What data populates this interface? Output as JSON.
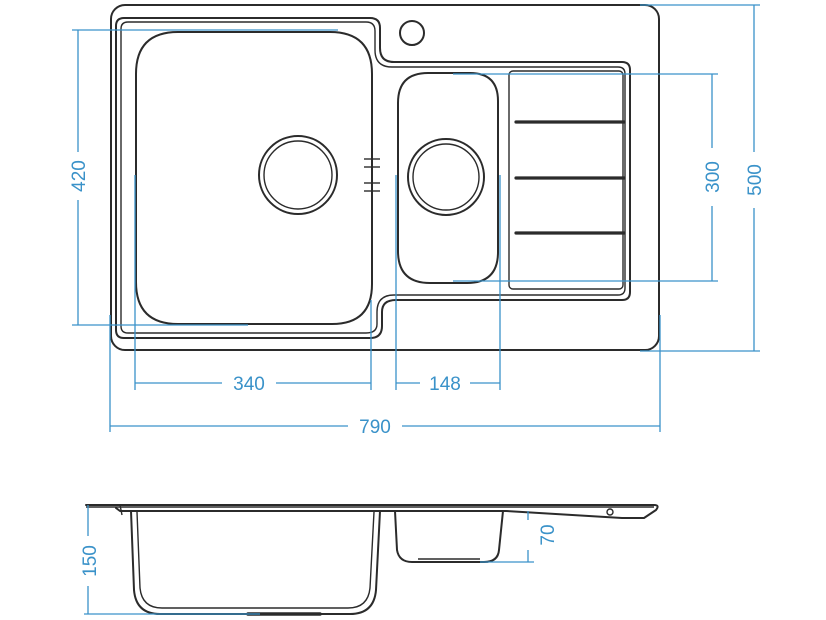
{
  "dimensions": {
    "overall_width": "790",
    "overall_depth": "500",
    "main_bowl_width": "340",
    "main_bowl_depth": "420",
    "small_bowl_width": "148",
    "drainer_depth": "300",
    "main_bowl_height": "150",
    "small_bowl_height": "70"
  },
  "colors": {
    "outline": "#2b2b2b",
    "dimension": "#3a92c9"
  }
}
